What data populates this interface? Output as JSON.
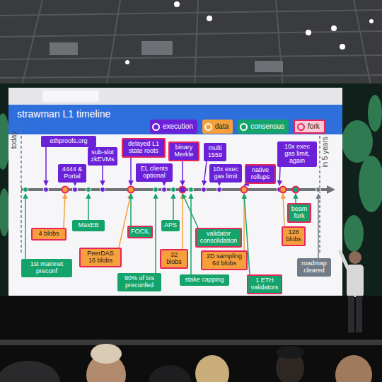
{
  "diagram": {
    "title": "strawman L1 timeline",
    "nodes": [
      {
        "text": [
          "ethproofs.org"
        ]
      },
      {
        "text": [
          "1st mainnet preconf"
        ]
      },
      {
        "text": [
          "4 blobs"
        ]
      },
      {
        "text": [
          "4444 & Portal"
        ]
      },
      {
        "text": [
          "MaxEB"
        ]
      },
      {
        "text": [
          "sub-slot zkEVMs"
        ]
      },
      {
        "text": [
          "PeerDAS 16 blobs"
        ]
      },
      {
        "text": [
          "delayed L1 state roots"
        ]
      },
      {
        "text": [
          "FOCIL"
        ]
      },
      {
        "text": [
          "90% of txs preconfed"
        ]
      },
      {
        "text": [
          "EL clients optional"
        ]
      },
      {
        "text": [
          "APS"
        ]
      },
      {
        "text": [
          "binary Merkle"
        ]
      },
      {
        "text": [
          "32 blobs"
        ]
      },
      {
        "text": [
          "validator consolidation"
        ]
      },
      {
        "text": [
          "stake capping"
        ]
      },
      {
        "text": [
          "multi 1559"
        ]
      },
      {
        "text": [
          "10x exec gas limit"
        ]
      },
      {
        "text": [
          "2D sampling 64 blobs"
        ]
      },
      {
        "text": [
          "native rollups"
        ]
      },
      {
        "text": [
          "1 ETH validators"
        ]
      },
      {
        "text": [
          "10x exec gas limit, again"
        ]
      },
      {
        "text": [
          "beam fork"
        ]
      },
      {
        "text": [
          "128 blobs"
        ]
      },
      {
        "text": [
          "roadmap cleared"
        ]
      }
    ],
    "labels": [
      "today",
      "in 5 years"
    ],
    "legend": [
      {
        "text": "execution",
        "color": "#6b21d8"
      },
      {
        "text": "data",
        "color": "#f6a03c"
      },
      {
        "text": "consensus",
        "color": "#14a36a"
      },
      {
        "text": "fork"
      }
    ]
  }
}
